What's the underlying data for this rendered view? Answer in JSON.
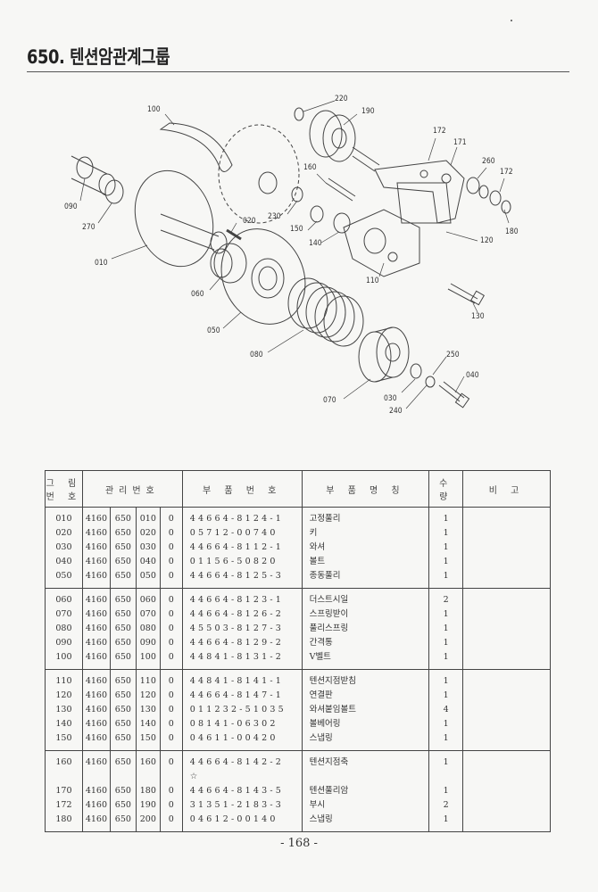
{
  "title": "650. 텐션암관계그룹",
  "diagram": {
    "callouts": [
      "100",
      "220",
      "190",
      "172",
      "171",
      "260",
      "172",
      "180",
      "120",
      "160",
      "090",
      "270",
      "010",
      "020",
      "230",
      "150",
      "140",
      "110",
      "130",
      "060",
      "050",
      "080",
      "070",
      "250",
      "040",
      "030",
      "240"
    ]
  },
  "table": {
    "headers": {
      "ref": "그 림 번 호",
      "mgmt": "관리번호",
      "part_no": "부 품 번 호",
      "name": "부 품 명 칭",
      "qty": "수 량",
      "note": "비 고"
    },
    "groups": [
      [
        {
          "ref": "010",
          "m1": "4160",
          "m2": "650",
          "m3": "010",
          "m4": "0",
          "part": "44664-8124-1",
          "name": "고정풀리",
          "qty": "1"
        },
        {
          "ref": "020",
          "m1": "4160",
          "m2": "650",
          "m3": "020",
          "m4": "0",
          "part": "05712-00740",
          "name": "키",
          "qty": "1"
        },
        {
          "ref": "030",
          "m1": "4160",
          "m2": "650",
          "m3": "030",
          "m4": "0",
          "part": "44664-8112-1",
          "name": "와셔",
          "qty": "1"
        },
        {
          "ref": "040",
          "m1": "4160",
          "m2": "650",
          "m3": "040",
          "m4": "0",
          "part": "01156-50820",
          "name": "볼트",
          "qty": "1"
        },
        {
          "ref": "050",
          "m1": "4160",
          "m2": "650",
          "m3": "050",
          "m4": "0",
          "part": "44664-8125-3",
          "name": "종동풀리",
          "qty": "1"
        }
      ],
      [
        {
          "ref": "060",
          "m1": "4160",
          "m2": "650",
          "m3": "060",
          "m4": "0",
          "part": "44664-8123-1",
          "name": "더스트시일",
          "qty": "2"
        },
        {
          "ref": "070",
          "m1": "4160",
          "m2": "650",
          "m3": "070",
          "m4": "0",
          "part": "44664-8126-2",
          "name": "스프링받이",
          "qty": "1"
        },
        {
          "ref": "080",
          "m1": "4160",
          "m2": "650",
          "m3": "080",
          "m4": "0",
          "part": "45503-8127-3",
          "name": "풀리스프링",
          "qty": "1"
        },
        {
          "ref": "090",
          "m1": "4160",
          "m2": "650",
          "m3": "090",
          "m4": "0",
          "part": "44664-8129-2",
          "name": "간격통",
          "qty": "1"
        },
        {
          "ref": "100",
          "m1": "4160",
          "m2": "650",
          "m3": "100",
          "m4": "0",
          "part": "44841-8131-2",
          "name": "V벨트",
          "qty": "1"
        }
      ],
      [
        {
          "ref": "110",
          "m1": "4160",
          "m2": "650",
          "m3": "110",
          "m4": "0",
          "part": "44841-8141-1",
          "name": "텐션지점받침",
          "qty": "1"
        },
        {
          "ref": "120",
          "m1": "4160",
          "m2": "650",
          "m3": "120",
          "m4": "0",
          "part": "44664-8147-1",
          "name": "연결판",
          "qty": "1"
        },
        {
          "ref": "130",
          "m1": "4160",
          "m2": "650",
          "m3": "130",
          "m4": "0",
          "part": "011232-51035",
          "name": "와셔붙임볼트",
          "qty": "4"
        },
        {
          "ref": "140",
          "m1": "4160",
          "m2": "650",
          "m3": "140",
          "m4": "0",
          "part": "08141-06302",
          "name": "볼베어링",
          "qty": "1"
        },
        {
          "ref": "150",
          "m1": "4160",
          "m2": "650",
          "m3": "150",
          "m4": "0",
          "part": "04611-00420",
          "name": "스냅링",
          "qty": "1"
        }
      ],
      [
        {
          "ref": "160",
          "m1": "4160",
          "m2": "650",
          "m3": "160",
          "m4": "0",
          "part": "44664-8142-2",
          "name": "텐션지점축",
          "qty": "1"
        },
        {
          "ref": "",
          "m1": "",
          "m2": "",
          "m3": "",
          "m4": "",
          "part": "☆",
          "name": "",
          "qty": ""
        },
        {
          "ref": "170",
          "m1": "4160",
          "m2": "650",
          "m3": "180",
          "m4": "0",
          "part": "44664-8143-5",
          "name": "텐션풀리암",
          "qty": "1"
        },
        {
          "ref": "172",
          "m1": "4160",
          "m2": "650",
          "m3": "190",
          "m4": "0",
          "part": "31351-2183-3",
          "name": "부시",
          "qty": "2"
        },
        {
          "ref": "180",
          "m1": "4160",
          "m2": "650",
          "m3": "200",
          "m4": "0",
          "part": "04612-00140",
          "name": "스냅링",
          "qty": "1"
        }
      ]
    ]
  },
  "page_number": "- 168 -"
}
